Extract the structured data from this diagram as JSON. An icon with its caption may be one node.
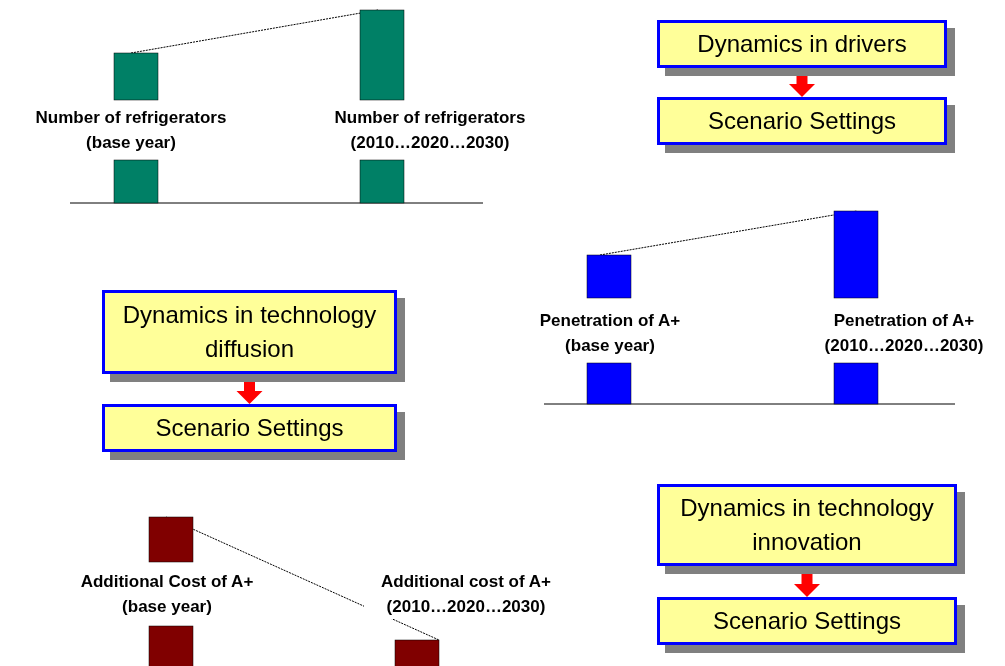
{
  "diagram": {
    "nodes": [
      {
        "text": [
          "Dynamics in drivers"
        ]
      },
      {
        "text": [
          "Scenario Settings"
        ]
      },
      {
        "text": [
          "Dynamics in technology diffusion"
        ]
      },
      {
        "text": [
          "Scenario Settings"
        ]
      },
      {
        "text": [
          "Dynamics in technology innovation"
        ]
      },
      {
        "text": [
          "Scenario Settings"
        ]
      }
    ],
    "edges": [
      {
        "from": 0,
        "to": 1,
        "arrow": "to"
      },
      {
        "from": 2,
        "to": 3,
        "arrow": "to"
      },
      {
        "from": 4,
        "to": 5,
        "arrow": "to"
      }
    ],
    "labels": [
      "Number of refrigerators (base year)",
      "Number of refrigerators (2010…2020…2030)",
      "Penetration of A+ (base year)",
      "Penetration of A+ (2010…2020…2030)",
      "Additional Cost of A+ (base year)",
      "Additional cost of A+ (2010…2020…2030)"
    ]
  }
}
